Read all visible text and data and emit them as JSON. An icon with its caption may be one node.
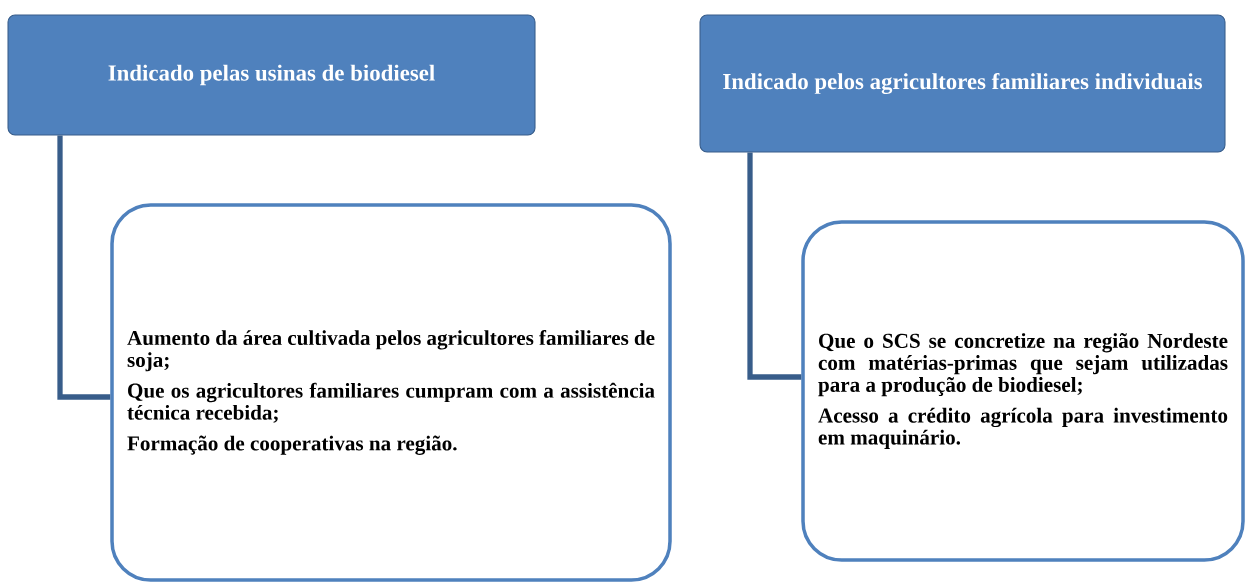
{
  "diagram": {
    "nodes": [
      {
        "text": [
          "Indicado pelas usinas de biodiesel"
        ]
      },
      {
        "text": [
          "Aumento da área cultivada pelos agricultores familiares de soja;",
          "Que os agricultores familiares cumpram com a assistência técnica recebida;",
          "Formação de cooperativas na região."
        ]
      },
      {
        "text": [
          "Indicado pelos agricultores familiares individuais"
        ]
      },
      {
        "text": [
          "Que o SCS se concretize na região Nordeste com matérias-primas que sejam utilizadas para a produção de biodiesel;",
          "Acesso a crédito agrícola para investimento em maquinário."
        ]
      }
    ],
    "edges": [
      {
        "from": 0,
        "to": 1,
        "arrow": "none"
      },
      {
        "from": 2,
        "to": 3,
        "arrow": "none"
      }
    ]
  }
}
